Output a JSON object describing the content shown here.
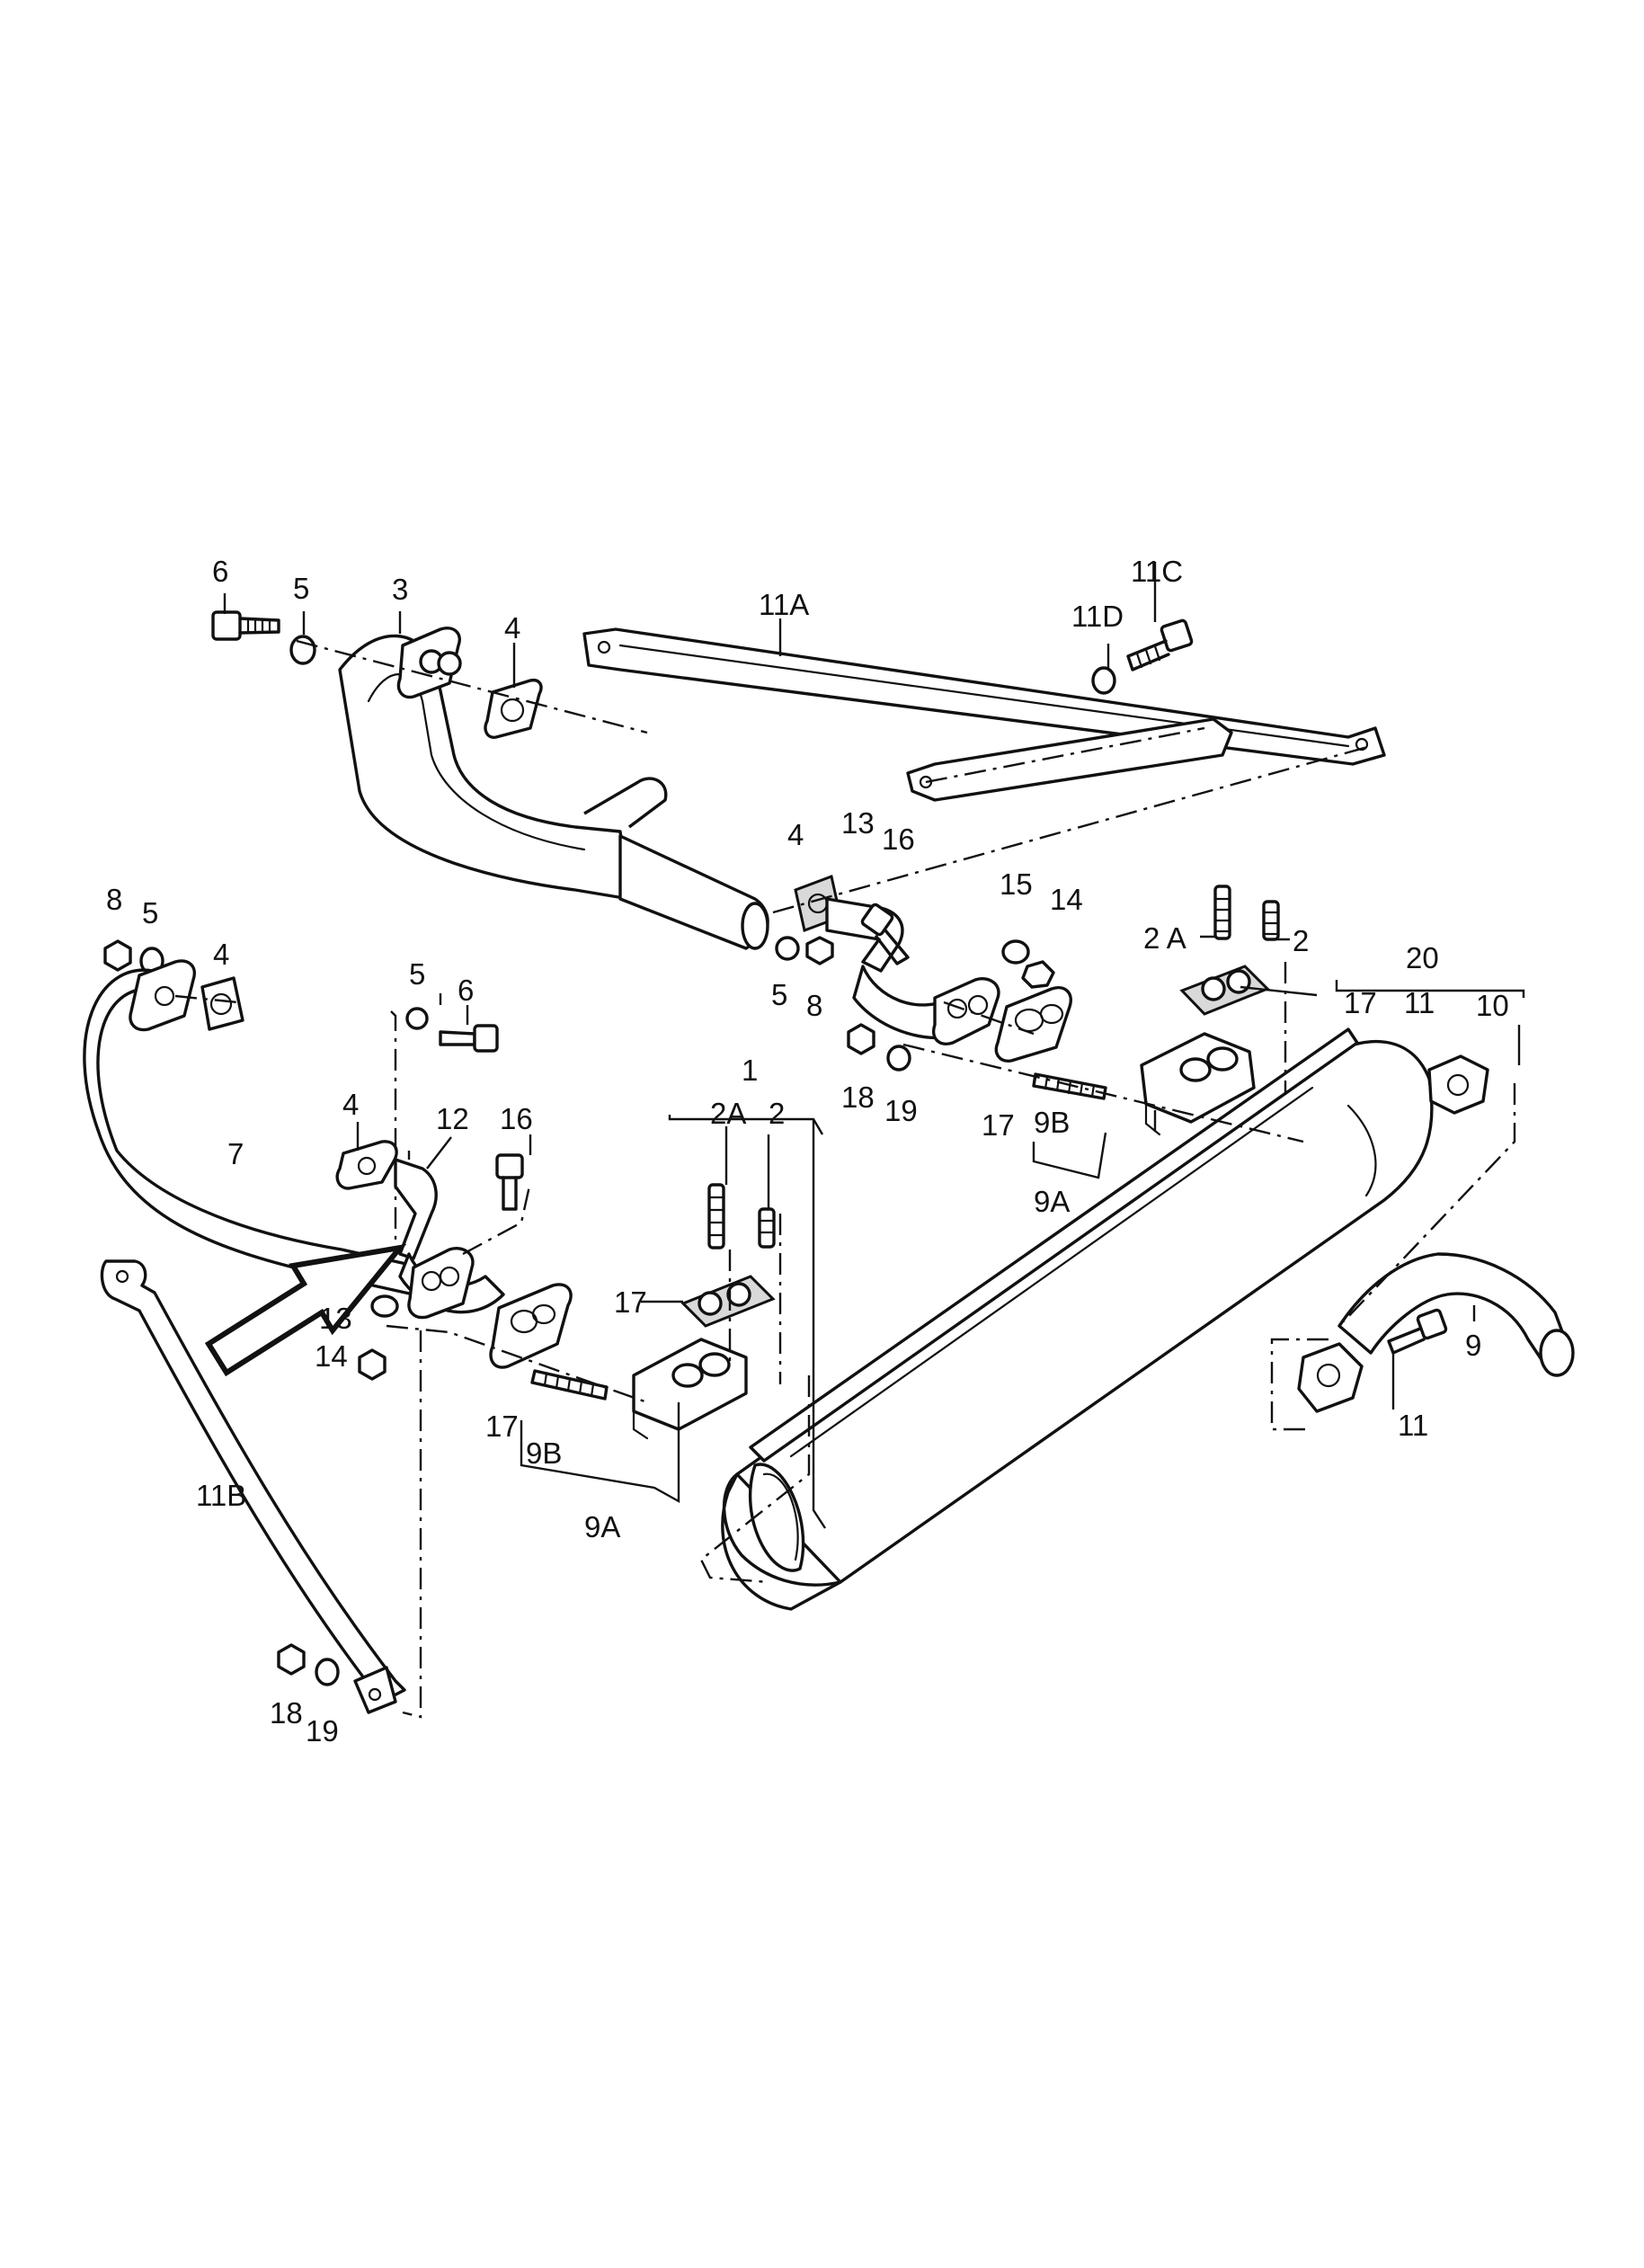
{
  "callouts": {
    "c_1": "1",
    "c_2_top": "2",
    "c_2_left": "2",
    "c_2A_top": "2 A",
    "c_2A_left": "2A",
    "c_3": "3",
    "c_4_a": "4",
    "c_4_b": "4",
    "c_4_c": "4",
    "c_4_d": "4",
    "c_5_a": "5",
    "c_5_b": "5",
    "c_5_c": "5",
    "c_5_d": "5",
    "c_6_a": "6",
    "c_6_b": "6",
    "c_7": "7",
    "c_8_a": "8",
    "c_8_b": "8",
    "c_9": "9",
    "c_9A_top": "9A",
    "c_9A_left": "9A",
    "c_9B_top": "9B",
    "c_9B_left": "9B",
    "c_10": "10",
    "c_11_top": "11",
    "c_11_bottom": "11",
    "c_11A": "11A",
    "c_11B": "11B",
    "c_11C": "11C",
    "c_11D": "11D",
    "c_12": "12",
    "c_13_a": "13",
    "c_13_b": "13",
    "c_14_a": "14",
    "c_14_b": "14",
    "c_15": "15",
    "c_16_a": "16",
    "c_16_b": "16",
    "c_17_a": "17",
    "c_17_b": "17",
    "c_17_c": "17",
    "c_17_d": "17",
    "c_18_a": "18",
    "c_18_b": "18",
    "c_19_a": "19",
    "c_19_b": "19",
    "c_20": "20"
  }
}
